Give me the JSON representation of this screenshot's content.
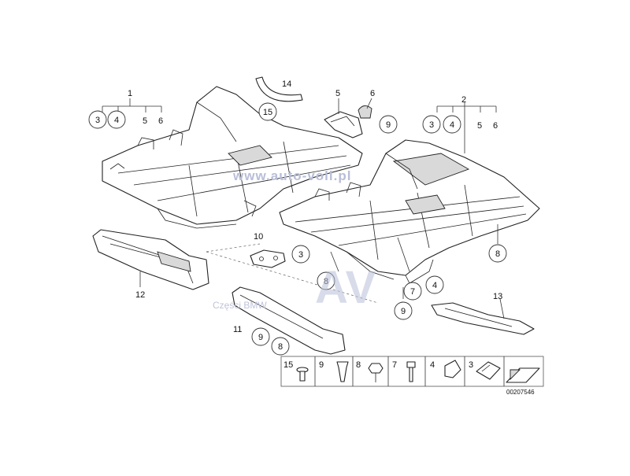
{
  "labels": {
    "l1": "1",
    "l2": "2",
    "l3a": "3",
    "l4a": "4",
    "l5a": "5",
    "l6a": "6",
    "l3b": "3",
    "l4b": "4",
    "l5b": "5",
    "l6b": "6",
    "l14": "14",
    "l15": "15",
    "l5c": "5",
    "l6c": "6",
    "l9a": "9",
    "l10": "10",
    "l3c": "3",
    "l8a": "8",
    "l8b": "8",
    "l7": "7",
    "l4c": "4",
    "l9b": "9",
    "l12": "12",
    "l11": "11",
    "l9c": "9",
    "l8c": "8",
    "l13": "13"
  },
  "legend": {
    "items": [
      "15",
      "9",
      "8",
      "7",
      "4",
      "3"
    ]
  },
  "ref_code": "00207546",
  "watermark": {
    "url": "www.auto-voll.pl",
    "brand": "Części BMW",
    "logo": "AV"
  },
  "colors": {
    "line": "#222222",
    "watermark": "#b9bed8",
    "background": "#ffffff"
  }
}
